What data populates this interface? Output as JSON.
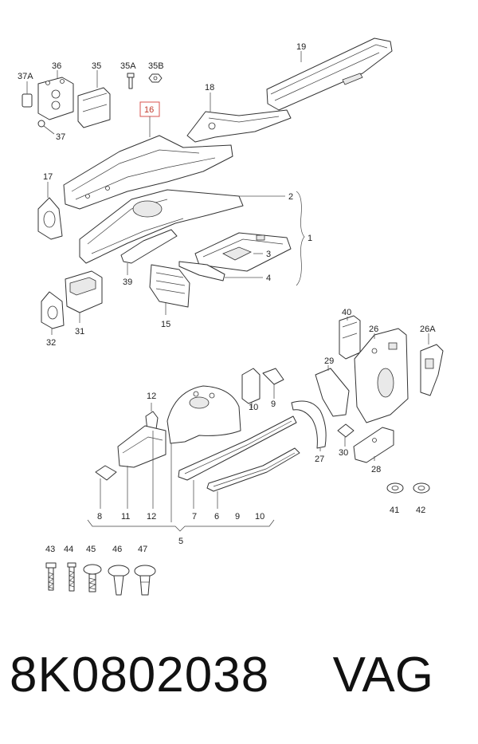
{
  "caption": {
    "part_number": "8K0802038",
    "brand": "VAG"
  },
  "callouts": {
    "c19": "19",
    "c18": "18",
    "c16": "16",
    "c36": "36",
    "c35": "35",
    "c35a": "35A",
    "c35b": "35B",
    "c37a": "37A",
    "c37": "37",
    "c17": "17",
    "c2": "2",
    "c1": "1",
    "c3": "3",
    "c4": "4",
    "c39": "39",
    "c15": "15",
    "c31": "31",
    "c32": "32",
    "c40": "40",
    "c26": "26",
    "c26a": "26A",
    "c29": "29",
    "c12a": "12",
    "c10a": "10",
    "c9a": "9",
    "c27": "27",
    "c30": "30",
    "c28": "28",
    "c41": "41",
    "c42": "42",
    "c8": "8",
    "c11": "11",
    "c12b": "12",
    "c7": "7",
    "c6": "6",
    "c9b": "9",
    "c10b": "10",
    "c5": "5",
    "c43": "43",
    "c44": "44",
    "c45": "45",
    "c46": "46",
    "c47": "47"
  },
  "colors": {
    "highlight": "#d9534f"
  }
}
